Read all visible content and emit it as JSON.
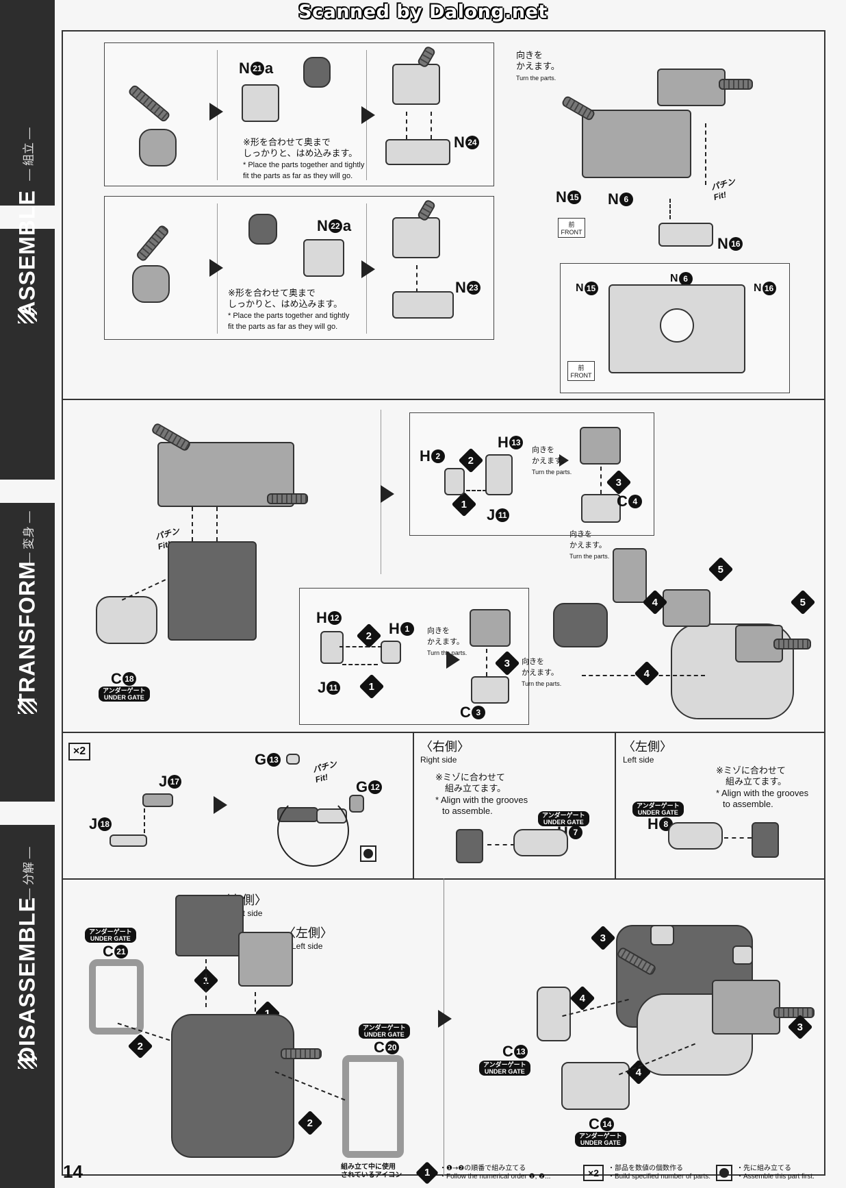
{
  "header": {
    "scan_credit": "Scanned by Dalong.net"
  },
  "sidebar": {
    "assemble": {
      "main": "ASSEMBLE",
      "sub": "— 組立 —"
    },
    "transform": {
      "main": "TRANSFORM",
      "sub": "— 変身 —"
    },
    "disassemble": {
      "main": "DISASSEMBLE",
      "sub": "— 分解 —"
    }
  },
  "section1": {
    "box1": {
      "part_main": "N",
      "part_main_num": "21",
      "part_main_suffix": "a",
      "note_jp_1": "※形を合わせて奥まで",
      "note_jp_2": "しっかりと、はめ込みます。",
      "note_en_1": "* Place the parts together and tightly",
      "note_en_2": "fit the parts as far as they will go.",
      "part_lower": "N",
      "part_lower_num": "24"
    },
    "box2": {
      "part_main": "N",
      "part_main_num": "22",
      "part_main_suffix": "a",
      "note_jp_1": "※形を合わせて奥まで",
      "note_jp_2": "しっかりと、はめ込みます。",
      "note_en_1": "* Place the parts together and tightly",
      "note_en_2": "fit the parts as far as they will go.",
      "part_lower": "N",
      "part_lower_num": "23"
    },
    "turn_jp_1": "向きを",
    "turn_jp_2": "かえます。",
    "turn_en": "Turn the parts.",
    "parts": [
      {
        "label": "N",
        "num": "15"
      },
      {
        "label": "N",
        "num": "6"
      },
      {
        "label": "N",
        "num": "16"
      }
    ],
    "fit_jp": "パチン",
    "fit_en": "Fit!",
    "front_jp": "前",
    "front_en": "FRONT",
    "inset_parts": [
      {
        "label": "N",
        "num": "15"
      },
      {
        "label": "N",
        "num": "6"
      },
      {
        "label": "N",
        "num": "16"
      }
    ]
  },
  "section2": {
    "fit_jp": "パチン",
    "fit_en": "Fit!",
    "under_gate_jp": "アンダーゲート",
    "under_gate_en": "UNDER GATE",
    "c18": {
      "label": "C",
      "num": "18"
    },
    "upper_box": {
      "h2": {
        "label": "H",
        "num": "2"
      },
      "h13": {
        "label": "H",
        "num": "13"
      },
      "j11": {
        "label": "J",
        "num": "11"
      },
      "c4": {
        "label": "C",
        "num": "4"
      }
    },
    "lower_box": {
      "h12": {
        "label": "H",
        "num": "12"
      },
      "h1": {
        "label": "H",
        "num": "1"
      },
      "j11": {
        "label": "J",
        "num": "11"
      },
      "c3": {
        "label": "C",
        "num": "3"
      }
    },
    "turn_jp_1": "向きを",
    "turn_jp_2": "かえます。",
    "turn_en": "Turn the parts.",
    "steps": [
      "1",
      "2",
      "3",
      "4",
      "5"
    ]
  },
  "section3": {
    "x2_label": "×2",
    "j17": {
      "label": "J",
      "num": "17"
    },
    "j18": {
      "label": "J",
      "num": "18"
    },
    "g13": {
      "label": "G",
      "num": "13"
    },
    "g12": {
      "label": "G",
      "num": "12"
    },
    "fit_jp": "パチン",
    "fit_en": "Fit!",
    "right": {
      "title_jp": "〈右側〉",
      "title_en": "Right side",
      "note_jp_1": "※ミゾに合わせて",
      "note_jp_2": "組み立てます。",
      "note_en_1": "* Align with the grooves",
      "note_en_2": "to assemble.",
      "under_gate_jp": "アンダーゲート",
      "under_gate_en": "UNDER GATE",
      "part": {
        "label": "H",
        "num": "7"
      }
    },
    "left": {
      "title_jp": "〈左側〉",
      "title_en": "Left side",
      "note_jp_1": "※ミゾに合わせて",
      "note_jp_2": "組み立てます。",
      "note_en_1": "* Align with the grooves",
      "note_en_2": "to assemble.",
      "under_gate_jp": "アンダーゲート",
      "under_gate_en": "UNDER GATE",
      "part": {
        "label": "H",
        "num": "8"
      }
    }
  },
  "section4": {
    "right_jp": "〈右側〉",
    "right_en": "Right side",
    "left_jp": "〈左側〉",
    "left_en": "Left side",
    "under_gate_jp": "アンダーゲート",
    "under_gate_en": "UNDER GATE",
    "c21": {
      "label": "C",
      "num": "21"
    },
    "c20": {
      "label": "C",
      "num": "20"
    },
    "c13": {
      "label": "C",
      "num": "13"
    },
    "c14": {
      "label": "C",
      "num": "14"
    }
  },
  "footer": {
    "page_number": "14",
    "legend_title_jp_1": "組み立て中に使用",
    "legend_title_jp_2": "されているアイコン",
    "legend_title_en": "Symbols used in instructions",
    "order_jp": "・❶→❷の順番で組み立てる",
    "order_en": "・Follow the numerical order ❶, ❷...",
    "count_jp": "・部品を数値の個数作る",
    "count_en": "・Build specified number of parts.",
    "first_jp": "・先に組み立てる",
    "first_en": "・Assemble this part first."
  }
}
